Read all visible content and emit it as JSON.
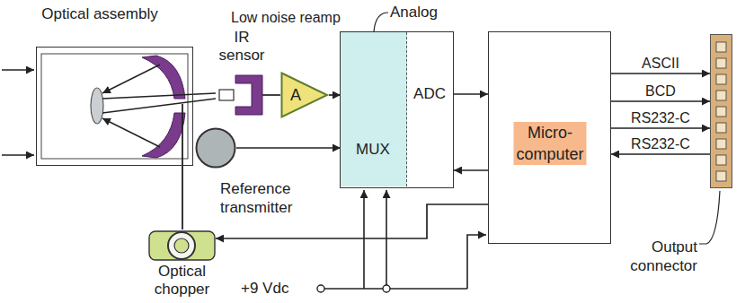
{
  "diagram": {
    "nodes": [
      {
        "text": [
          "Optical assembly"
        ]
      },
      {
        "text": [
          "IR sensor"
        ]
      },
      {
        "text": [
          "A",
          "Low noise reamp"
        ]
      },
      {
        "text": [
          "Reference transmitter"
        ]
      },
      {
        "text": [
          "Optical chopper"
        ]
      },
      {
        "text": [
          "ADC"
        ]
      },
      {
        "text": [
          "MUX"
        ],
        "in": 5
      },
      {
        "text": [
          "Micro- computer"
        ]
      },
      {
        "text": [
          "Output connector"
        ]
      }
    ],
    "edges": [
      {
        "from": 1,
        "to": 2,
        "arrow": "none"
      },
      {
        "from": 2,
        "to": 6,
        "arrow": "to"
      },
      {
        "from": 3,
        "to": 6,
        "arrow": "to"
      },
      {
        "from": 5,
        "to": 7,
        "arrow": "to"
      },
      {
        "from": 7,
        "to": 5,
        "arrow": "to"
      },
      {
        "from": 7,
        "to": 4,
        "arrow": "to"
      },
      {
        "from": 7,
        "to": 8,
        "label": "ASCII",
        "arrow": "to"
      },
      {
        "from": 7,
        "to": 8,
        "label": "BCD",
        "arrow": "to"
      },
      {
        "from": 7,
        "to": 8,
        "label": "RS232-C",
        "arrow": "to"
      },
      {
        "from": 8,
        "to": 7,
        "label": "RS232-C",
        "arrow": "to"
      }
    ],
    "labels": [
      "Analog",
      "+9 Vdc"
    ]
  }
}
